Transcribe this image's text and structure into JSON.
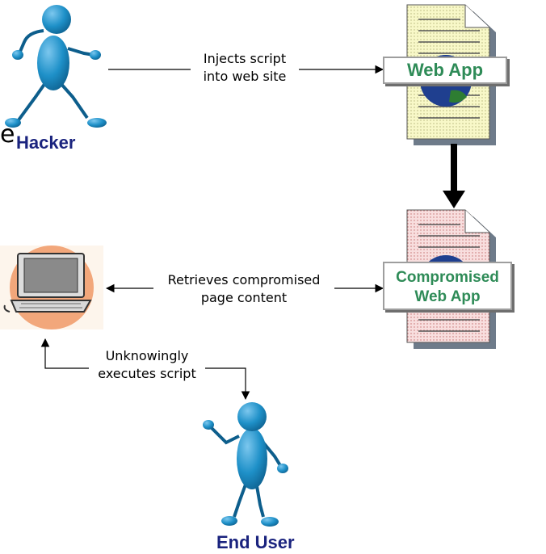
{
  "labels": {
    "injects_line1": "Injects script",
    "injects_line2": "into web site",
    "retrieves_line1": "Retrieves compromised",
    "retrieves_line2": "page content",
    "unknowingly_line1": "Unknowingly",
    "unknowingly_line2": "executes script"
  },
  "actors": {
    "hacker": "Hacker",
    "end_user": "End User",
    "stray_char": "e"
  },
  "documents": {
    "web_app": "Web App",
    "compromised_line1": "Compromised",
    "compromised_line2": "Web App"
  },
  "colors": {
    "figure": "#1e90c8",
    "figure_dark": "#0d5e8c",
    "figure_hl": "#7cc7ee",
    "role_text": "#1a237e",
    "badge_text": "#2e8b57",
    "doc_yellow": "#f6f6c2",
    "doc_pink": "#f6dada",
    "laptop_bg": "#f2a77b"
  },
  "icons": [
    "hacker-figure",
    "end-user-figure",
    "web-app-document-icon",
    "compromised-document-icon",
    "laptop-icon",
    "globe-icon"
  ]
}
